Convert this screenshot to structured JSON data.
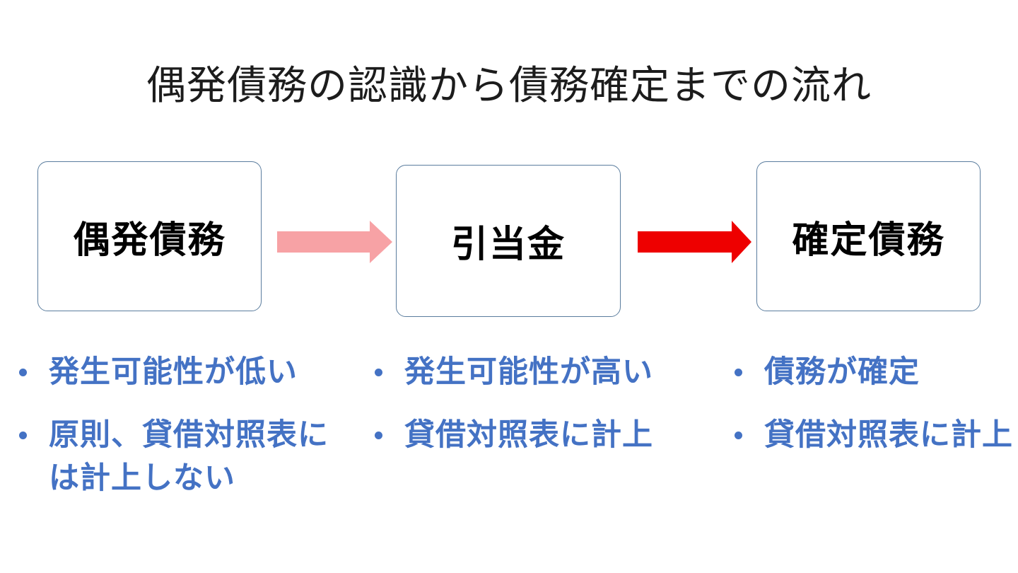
{
  "title": "偶発債務の認識から債務確定までの流れ",
  "colors": {
    "bullet_text": "#4472C4",
    "box_border": "#5b7d9e",
    "box_label": "#000000",
    "title_text": "#1c1c1c",
    "arrow_pink": "#F7A2A5",
    "arrow_red": "#EE0000",
    "background": "#ffffff"
  },
  "flow": {
    "boxes": [
      {
        "label": "偶発債務"
      },
      {
        "label": "引当金"
      },
      {
        "label": "確定債務"
      }
    ],
    "arrows": [
      {
        "name": "arrow-1",
        "color": "#F7A2A5"
      },
      {
        "name": "arrow-2",
        "color": "#EE0000"
      }
    ]
  },
  "columns": [
    {
      "bullets": [
        "発生可能性が低い",
        "原則、貸借対照表には計上しない"
      ]
    },
    {
      "bullets": [
        "発生可能性が高い",
        "貸借対照表に計上"
      ]
    },
    {
      "bullets": [
        "債務が確定",
        "貸借対照表に計上"
      ]
    }
  ]
}
